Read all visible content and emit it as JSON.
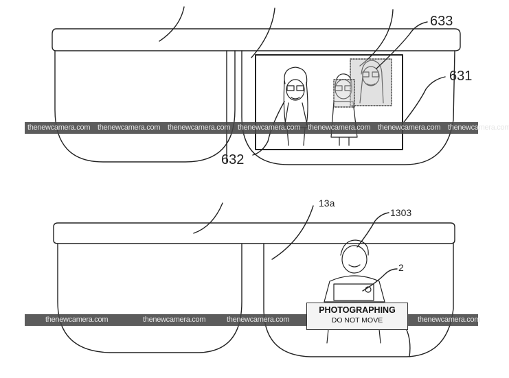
{
  "figure_top": {
    "labels": {
      "display_ref": "633",
      "case_ref": "631",
      "face_ref": "632"
    }
  },
  "figure_bottom": {
    "labels": {
      "device_ref": "13a",
      "subject_ref": "1303",
      "camera_ref": "2"
    },
    "message": {
      "line1": "PHOTOGRAPHING",
      "line2": "DO NOT MOVE"
    }
  },
  "watermark": {
    "text": "thenewcamera.com",
    "color": "#464646"
  }
}
